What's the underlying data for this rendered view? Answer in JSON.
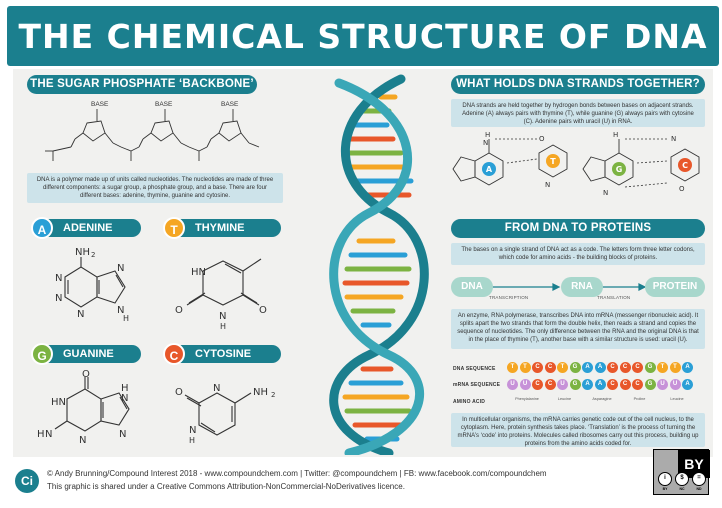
{
  "title": "THE CHEMICAL STRUCTURE OF DNA",
  "colors": {
    "teal": "#1b7f8e",
    "adenine": "#2a9fd6",
    "thymine": "#f5a623",
    "guanine": "#7cb342",
    "cytosine": "#e8572a",
    "uracil": "#c792d8",
    "panel": "#f1f1ef",
    "info_box": "#cde3ea"
  },
  "left": {
    "backbone_heading": "THE SUGAR PHOSPHATE ‘BACKBONE’",
    "base_labels": [
      "BASE",
      "BASE",
      "BASE"
    ],
    "intro": "DNA is a polymer made up of units called nucleotides. The nucleotides are made of three different components: a sugar group, a phosphate group, and a base. There are four different bases: adenine, thymine, guanine and cytosine.",
    "bases": [
      {
        "letter": "A",
        "name": "ADENINE"
      },
      {
        "letter": "T",
        "name": "THYMINE"
      },
      {
        "letter": "G",
        "name": "GUANINE"
      },
      {
        "letter": "C",
        "name": "CYTOSINE"
      }
    ]
  },
  "right": {
    "holds_heading": "WHAT HOLDS DNA STRANDS TOGETHER?",
    "holds_text": "DNA strands are held together by hydrogen bonds between bases on adjacent strands. Adenine (A) always pairs with thymine (T), while guanine (G) always pairs with cytosine (C). Adenine pairs with uracil (U) in RNA.",
    "pairs": [
      {
        "left": "A",
        "right": "T"
      },
      {
        "left": "G",
        "right": "C"
      }
    ],
    "proteins_heading": "FROM DNA TO PROTEINS",
    "proteins_intro": "The bases on a single strand of DNA act as a code. The letters form three letter codons, which code for amino acids - the building blocks of proteins.",
    "flow": {
      "dna": "DNA",
      "rna": "RNA",
      "protein": "PROTEIN",
      "step1": "TRANSCRIPTION",
      "step2": "TRANSLATION"
    },
    "enzyme_text": "An enzyme, RNA polymerase, transcribes DNA into mRNA (messenger ribonucleic acid). It splits apart the two strands that form the double helix, then reads a strand and copies the sequence of nucleotides. The only difference between the RNA and the original DNA is that in the place of thymine (T), another base with a similar structure is used: uracil (U).",
    "dna_sequence_label": "DNA SEQUENCE",
    "mrna_sequence_label": "mRNA SEQUENCE",
    "amino_acid_label": "AMINO ACID",
    "dna_sequence": [
      "T",
      "T",
      "C",
      "C",
      "T",
      "G",
      "A",
      "A",
      "C",
      "C",
      "C",
      "G",
      "T",
      "T",
      "A"
    ],
    "mrna_sequence": [
      "U",
      "U",
      "C",
      "C",
      "U",
      "G",
      "A",
      "A",
      "C",
      "C",
      "C",
      "G",
      "U",
      "U",
      "A"
    ],
    "amino_acids": [
      "Phenylalanine",
      "Leucine",
      "Asparagine",
      "Proline",
      "Leucine"
    ],
    "closing_text": "In multicellular organisms, the mRNA carries genetic code out of the cell nucleus, to the cytoplasm. Here, protein synthesis takes place. ‘Translation’ is the process of turning the mRNA’s ‘code’ into proteins. Molecules called ribosomes carry out this process, building up proteins from the amino acids coded for."
  },
  "footer": {
    "logo": "Ci",
    "line1": "© Andy Brunning/Compound Interest 2018 - www.compoundchem.com | Twitter: @compoundchem | FB: www.facebook.com/compoundchem",
    "line2": "This graphic is shared under a Creative Commons Attribution-NonCommercial-NoDerivatives licence.",
    "cc_badge": {
      "main": "BY",
      "circles": [
        "i",
        "$",
        "="
      ],
      "labels": [
        "BY",
        "NC",
        "ND"
      ]
    }
  }
}
